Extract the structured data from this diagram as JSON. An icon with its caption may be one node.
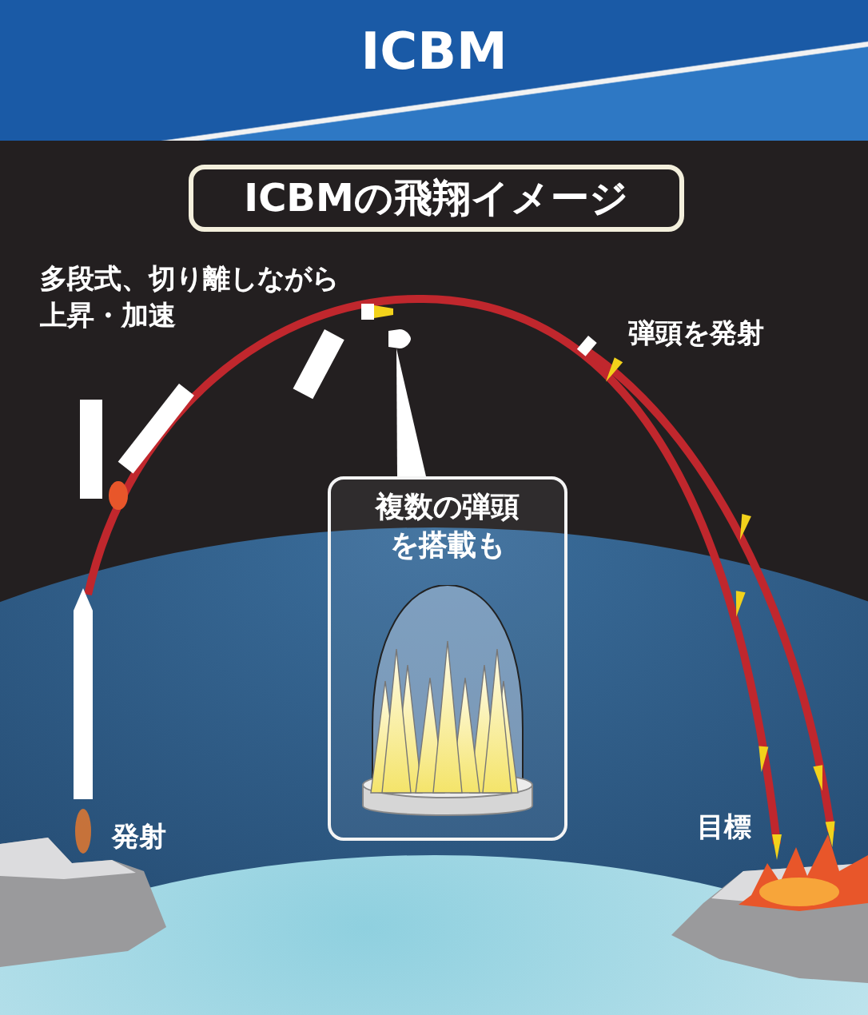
{
  "diagram": {
    "title": "ICBM",
    "nodes": [
      {
        "text": [
          "ICBMの飛翔イメージ"
        ]
      },
      {
        "text": [
          "複数の弾頭を搭載も"
        ]
      },
      {
        "text": [],
        "shape": "picture"
      }
    ],
    "edges": [
      {
        "from": 1,
        "to": 2,
        "arrow": "none"
      }
    ],
    "labels": [
      "多段式、切り離しながら上昇・加速",
      "弾頭を発射",
      "発射",
      "目標"
    ]
  }
}
